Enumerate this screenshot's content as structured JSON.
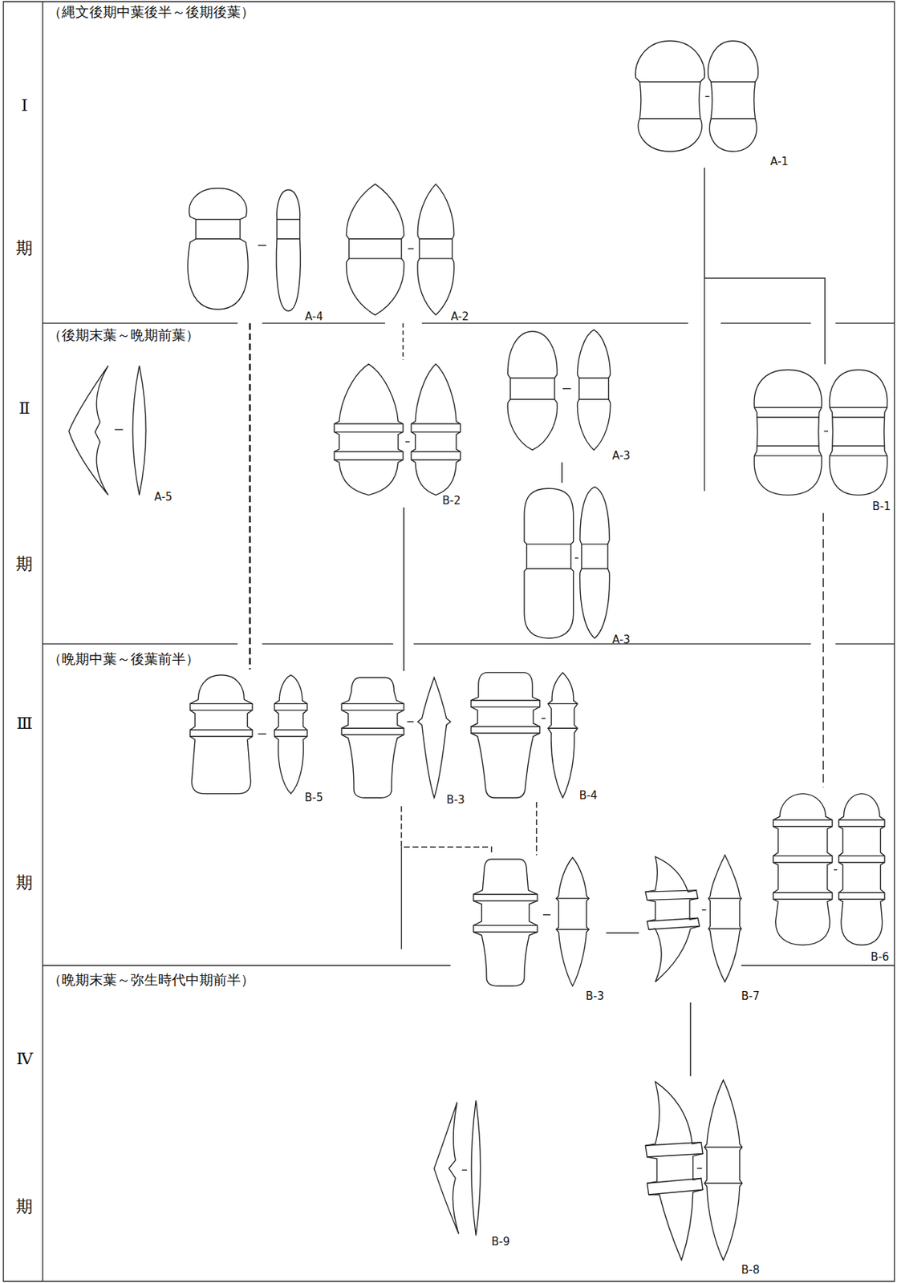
{
  "diagram": {
    "nodes": [
      {
        "text": [
          "A-1"
        ]
      },
      {
        "text": [
          "A-4"
        ]
      },
      {
        "text": [
          "A-2"
        ]
      },
      {
        "text": [
          "A-5"
        ]
      },
      {
        "text": [
          "B-2"
        ]
      },
      {
        "text": [
          "A-3"
        ]
      },
      {
        "text": [
          "B-1"
        ]
      },
      {
        "text": [
          "A-3"
        ]
      },
      {
        "text": [
          "B-5"
        ]
      },
      {
        "text": [
          "B-3"
        ]
      },
      {
        "text": [
          "B-4"
        ]
      },
      {
        "text": [
          "B-6"
        ]
      },
      {
        "text": [
          "B-3"
        ]
      },
      {
        "text": [
          "B-7"
        ]
      },
      {
        "text": [
          "B-9"
        ]
      },
      {
        "text": [
          "B-8"
        ]
      }
    ],
    "edges": [
      {
        "from": 0,
        "to": 6,
        "arrow": "none"
      },
      {
        "from": 2,
        "to": 4,
        "arrow": "none"
      },
      {
        "from": 1,
        "to": 8,
        "arrow": "none"
      },
      {
        "from": 5,
        "to": 7,
        "arrow": "none"
      },
      {
        "from": 4,
        "to": 9,
        "arrow": "none"
      },
      {
        "from": 6,
        "to": 11,
        "arrow": "none"
      },
      {
        "from": 9,
        "to": 12,
        "arrow": "none"
      },
      {
        "from": 10,
        "to": 12,
        "arrow": "none"
      },
      {
        "from": 12,
        "to": 13,
        "arrow": "none"
      },
      {
        "from": 13,
        "to": 15,
        "arrow": "none"
      }
    ],
    "labels": [
      "Ⅰ",
      "期",
      "（縄文後期中葉後半～後期後葉）",
      "Ⅱ",
      "期",
      "（後期末葉～晩期前葉）",
      "Ⅲ",
      "期",
      "（晩期中葉～後葉前半）",
      "Ⅳ",
      "期",
      "（晩期末葉～弥生時代中期前半）"
    ]
  }
}
